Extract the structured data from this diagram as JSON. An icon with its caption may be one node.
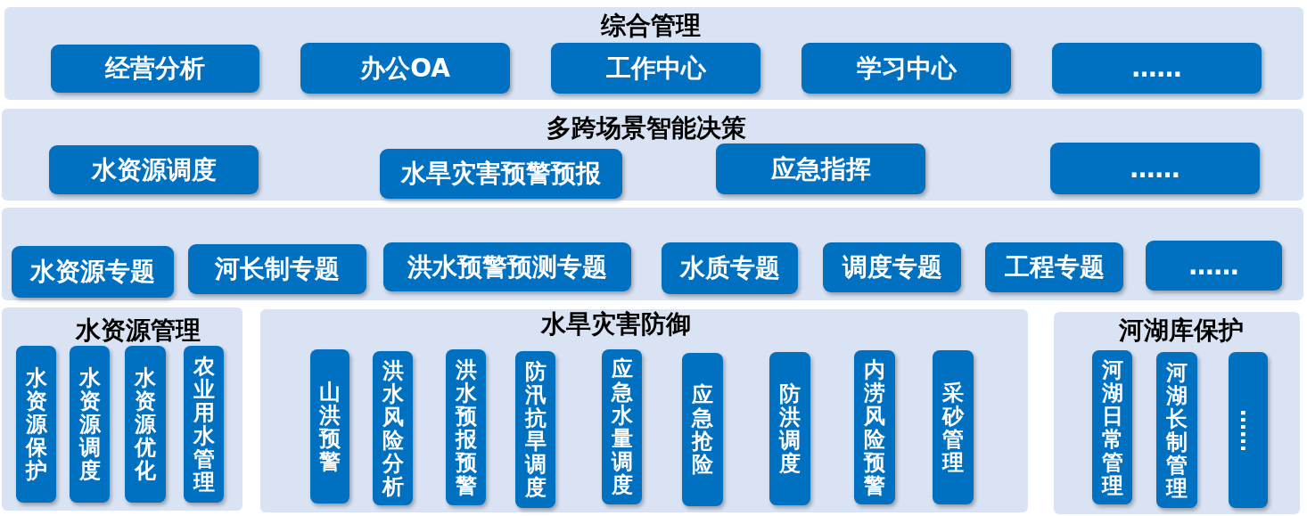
{
  "diagram": {
    "nodes": [
      {
        "text": [
          "综合管理"
        ]
      },
      {
        "text": [
          "经营分析"
        ],
        "in": 0
      },
      {
        "text": [
          "办公OA"
        ],
        "in": 0
      },
      {
        "text": [
          "工作中心"
        ],
        "in": 0
      },
      {
        "text": [
          "学习中心"
        ],
        "in": 0
      },
      {
        "text": [
          "……"
        ],
        "in": 0
      },
      {
        "text": [
          "多跨场景智能决策"
        ]
      },
      {
        "text": [
          "水资源调度"
        ],
        "in": 6
      },
      {
        "text": [
          "水旱灾害预警预报"
        ],
        "in": 6
      },
      {
        "text": [
          "应急指挥"
        ],
        "in": 6
      },
      {
        "text": [
          "……"
        ],
        "in": 6
      },
      {
        "text": [],
        "shape": "box"
      },
      {
        "text": [
          "水资源专题"
        ],
        "in": 11
      },
      {
        "text": [
          "河长制专题"
        ],
        "in": 11
      },
      {
        "text": [
          "洪水预警预测专题"
        ],
        "in": 11
      },
      {
        "text": [
          "水质专题"
        ],
        "in": 11
      },
      {
        "text": [
          "调度专题"
        ],
        "in": 11
      },
      {
        "text": [
          "工程专题"
        ],
        "in": 11
      },
      {
        "text": [
          "……"
        ],
        "in": 11
      },
      {
        "text": [
          "水资源管理"
        ]
      },
      {
        "text": [
          "水资源保护"
        ],
        "in": 19
      },
      {
        "text": [
          "水资源调度"
        ],
        "in": 19
      },
      {
        "text": [
          "水资源优化"
        ],
        "in": 19
      },
      {
        "text": [
          "农业用水管理"
        ],
        "in": 19
      },
      {
        "text": [
          "水旱灾害防御"
        ]
      },
      {
        "text": [
          "山洪预警"
        ],
        "in": 24
      },
      {
        "text": [
          "洪水风险分析"
        ],
        "in": 24
      },
      {
        "text": [
          "洪水预报预警"
        ],
        "in": 24
      },
      {
        "text": [
          "防汛抗旱调度"
        ],
        "in": 24
      },
      {
        "text": [
          "应急水量调度"
        ],
        "in": 24
      },
      {
        "text": [
          "应急抢险"
        ],
        "in": 24
      },
      {
        "text": [
          "防洪调度"
        ],
        "in": 24
      },
      {
        "text": [
          "内涝风险预警"
        ],
        "in": 24
      },
      {
        "text": [
          "采砂管理"
        ],
        "in": 24
      },
      {
        "text": [
          "河湖库保护"
        ]
      },
      {
        "text": [
          "河湖日常管理"
        ],
        "in": 34
      },
      {
        "text": [
          "河湖长制管理"
        ],
        "in": 34
      },
      {
        "text": [
          "……"
        ],
        "in": 34
      }
    ]
  }
}
